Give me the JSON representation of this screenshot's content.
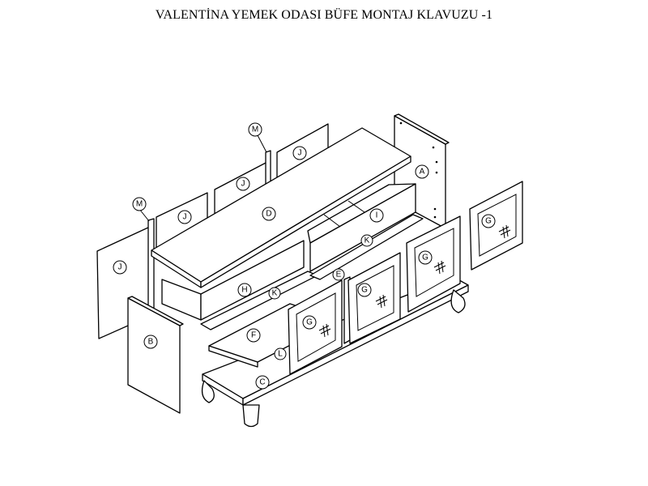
{
  "title": "VALENTİNA YEMEK ODASI BÜFE MONTAJ KLAVUZU -1",
  "labels": {
    "A": "A",
    "B": "B",
    "C": "C",
    "D": "D",
    "E": "E",
    "F": "F",
    "G": "G",
    "H": "H",
    "I": "I",
    "J": "J",
    "K": "K",
    "L": "L",
    "M": "M"
  }
}
